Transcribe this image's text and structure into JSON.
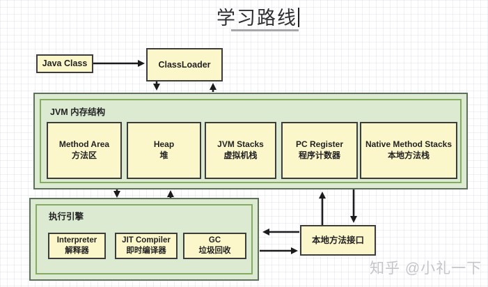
{
  "title": {
    "text": "学习路线"
  },
  "watermark": {
    "text": "知乎 @小礼一下"
  },
  "nodes": {
    "java_class": {
      "label": "Java Class"
    },
    "classloader": {
      "label": "ClassLoader"
    },
    "jvm_memory": {
      "label": "JVM 内存结构",
      "items": [
        {
          "en": "Method Area",
          "zh": "方法区"
        },
        {
          "en": "Heap",
          "zh": "堆"
        },
        {
          "en": "JVM Stacks",
          "zh": "虚拟机栈"
        },
        {
          "en": "PC Register",
          "zh": "程序计数器"
        },
        {
          "en": "Native Method Stacks",
          "zh": "本地方法栈"
        }
      ]
    },
    "execution_engine": {
      "label": "执行引擎",
      "items": [
        {
          "en": "Interpreter",
          "zh": "解释器"
        },
        {
          "en": "JIT Compiler",
          "zh": "即时编译器"
        },
        {
          "en": "GC",
          "zh": "垃圾回收"
        }
      ]
    },
    "native_interface": {
      "label": "本地方法接口"
    }
  },
  "connections": [
    {
      "from": "java-class",
      "to": "classloader"
    },
    {
      "from": "classloader",
      "to": "jvm-memory"
    },
    {
      "from": "jvm-memory",
      "to": "classloader"
    },
    {
      "from": "jvm-memory",
      "to": "execution-engine"
    },
    {
      "from": "execution-engine",
      "to": "jvm-memory"
    },
    {
      "from": "native-interface",
      "to": "jvm-memory"
    },
    {
      "from": "jvm-memory",
      "to": "native-interface"
    },
    {
      "from": "native-interface",
      "to": "execution-engine"
    },
    {
      "from": "execution-engine",
      "to": "native-interface"
    }
  ],
  "colors": {
    "node_fill": "#fcf7cb",
    "node_border": "#3c3c3c",
    "container_fill": "#dbead0",
    "container_outer_border": "#5d6e5a",
    "container_inner_border": "#84ac60",
    "arrow": "#1b1b1b",
    "watermark": "#c5c5c8",
    "title_underline": "#a6a6aa"
  }
}
